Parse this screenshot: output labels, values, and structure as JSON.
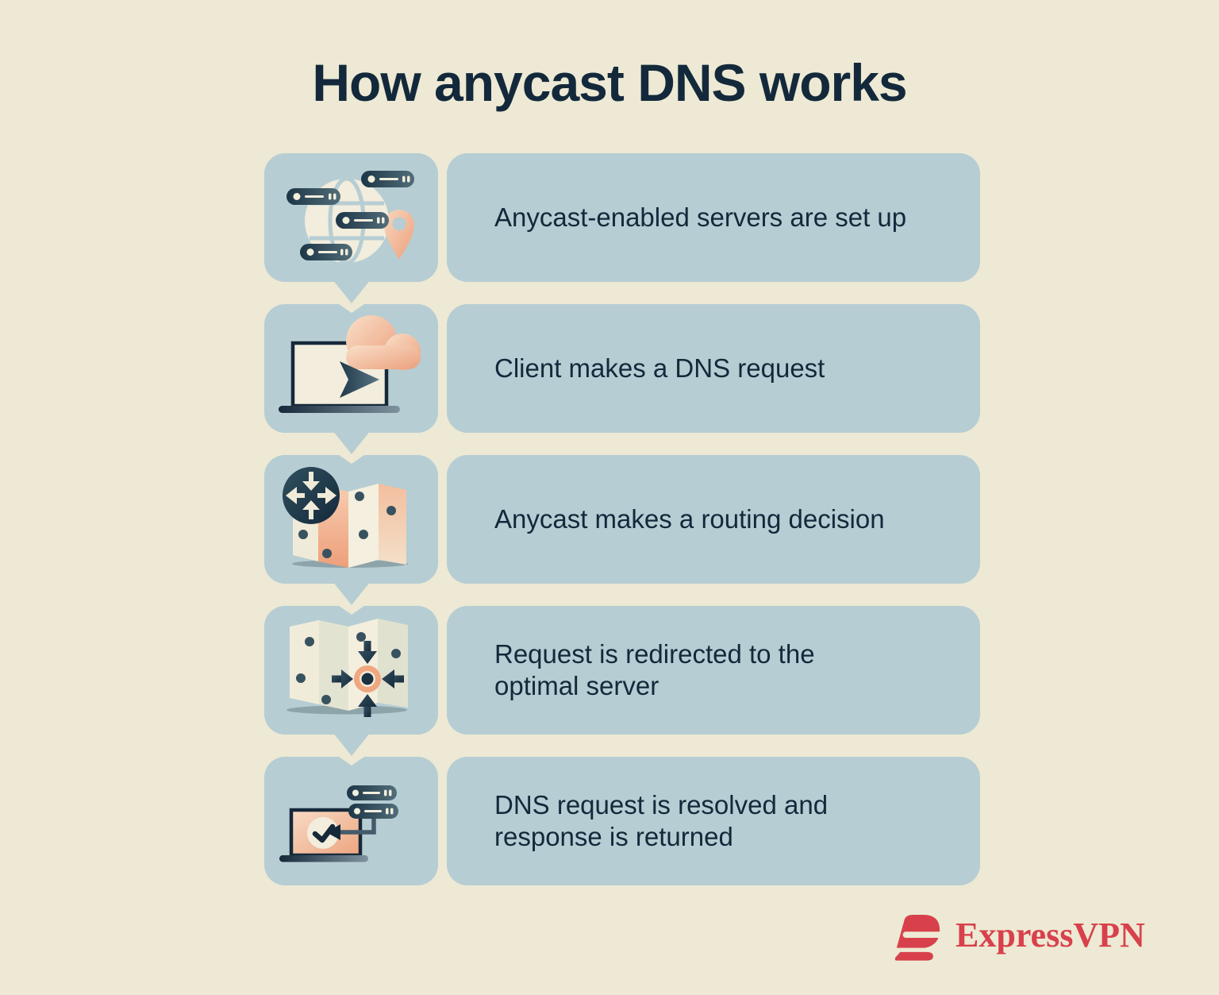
{
  "title": "How anycast DNS works",
  "steps": [
    {
      "label": "Anycast-enabled servers are set up",
      "lines": [
        "Anycast-enabled servers are set up"
      ],
      "icon": "globe-with-servers-and-location-pin"
    },
    {
      "label": "Client makes a DNS request",
      "lines": [
        "Client makes a DNS request"
      ],
      "icon": "laptop-sending-request-with-cloud"
    },
    {
      "label": "Anycast makes a routing decision",
      "lines": [
        "Anycast makes a routing decision"
      ],
      "icon": "map-with-router-symbol"
    },
    {
      "label": "Request is redirected to the optimal server",
      "lines": [
        "Request is redirected to the",
        "optimal server"
      ],
      "icon": "map-with-target-and-inward-arrows"
    },
    {
      "label": "DNS request is resolved and response is returned",
      "lines": [
        "DNS request is resolved and",
        "response is returned"
      ],
      "icon": "laptop-receiving-response-from-servers"
    }
  ],
  "brand": {
    "name": "ExpressVPN"
  },
  "colors": {
    "background": "#EDE9D4",
    "bubble": "#B6CDD3",
    "text_navy": "#13293B",
    "cream": "#F2EDDC",
    "peach": "#EFA885",
    "peach_light": "#F8D9C1",
    "slate": "#3C5665",
    "brand_red": "#D8414B"
  }
}
